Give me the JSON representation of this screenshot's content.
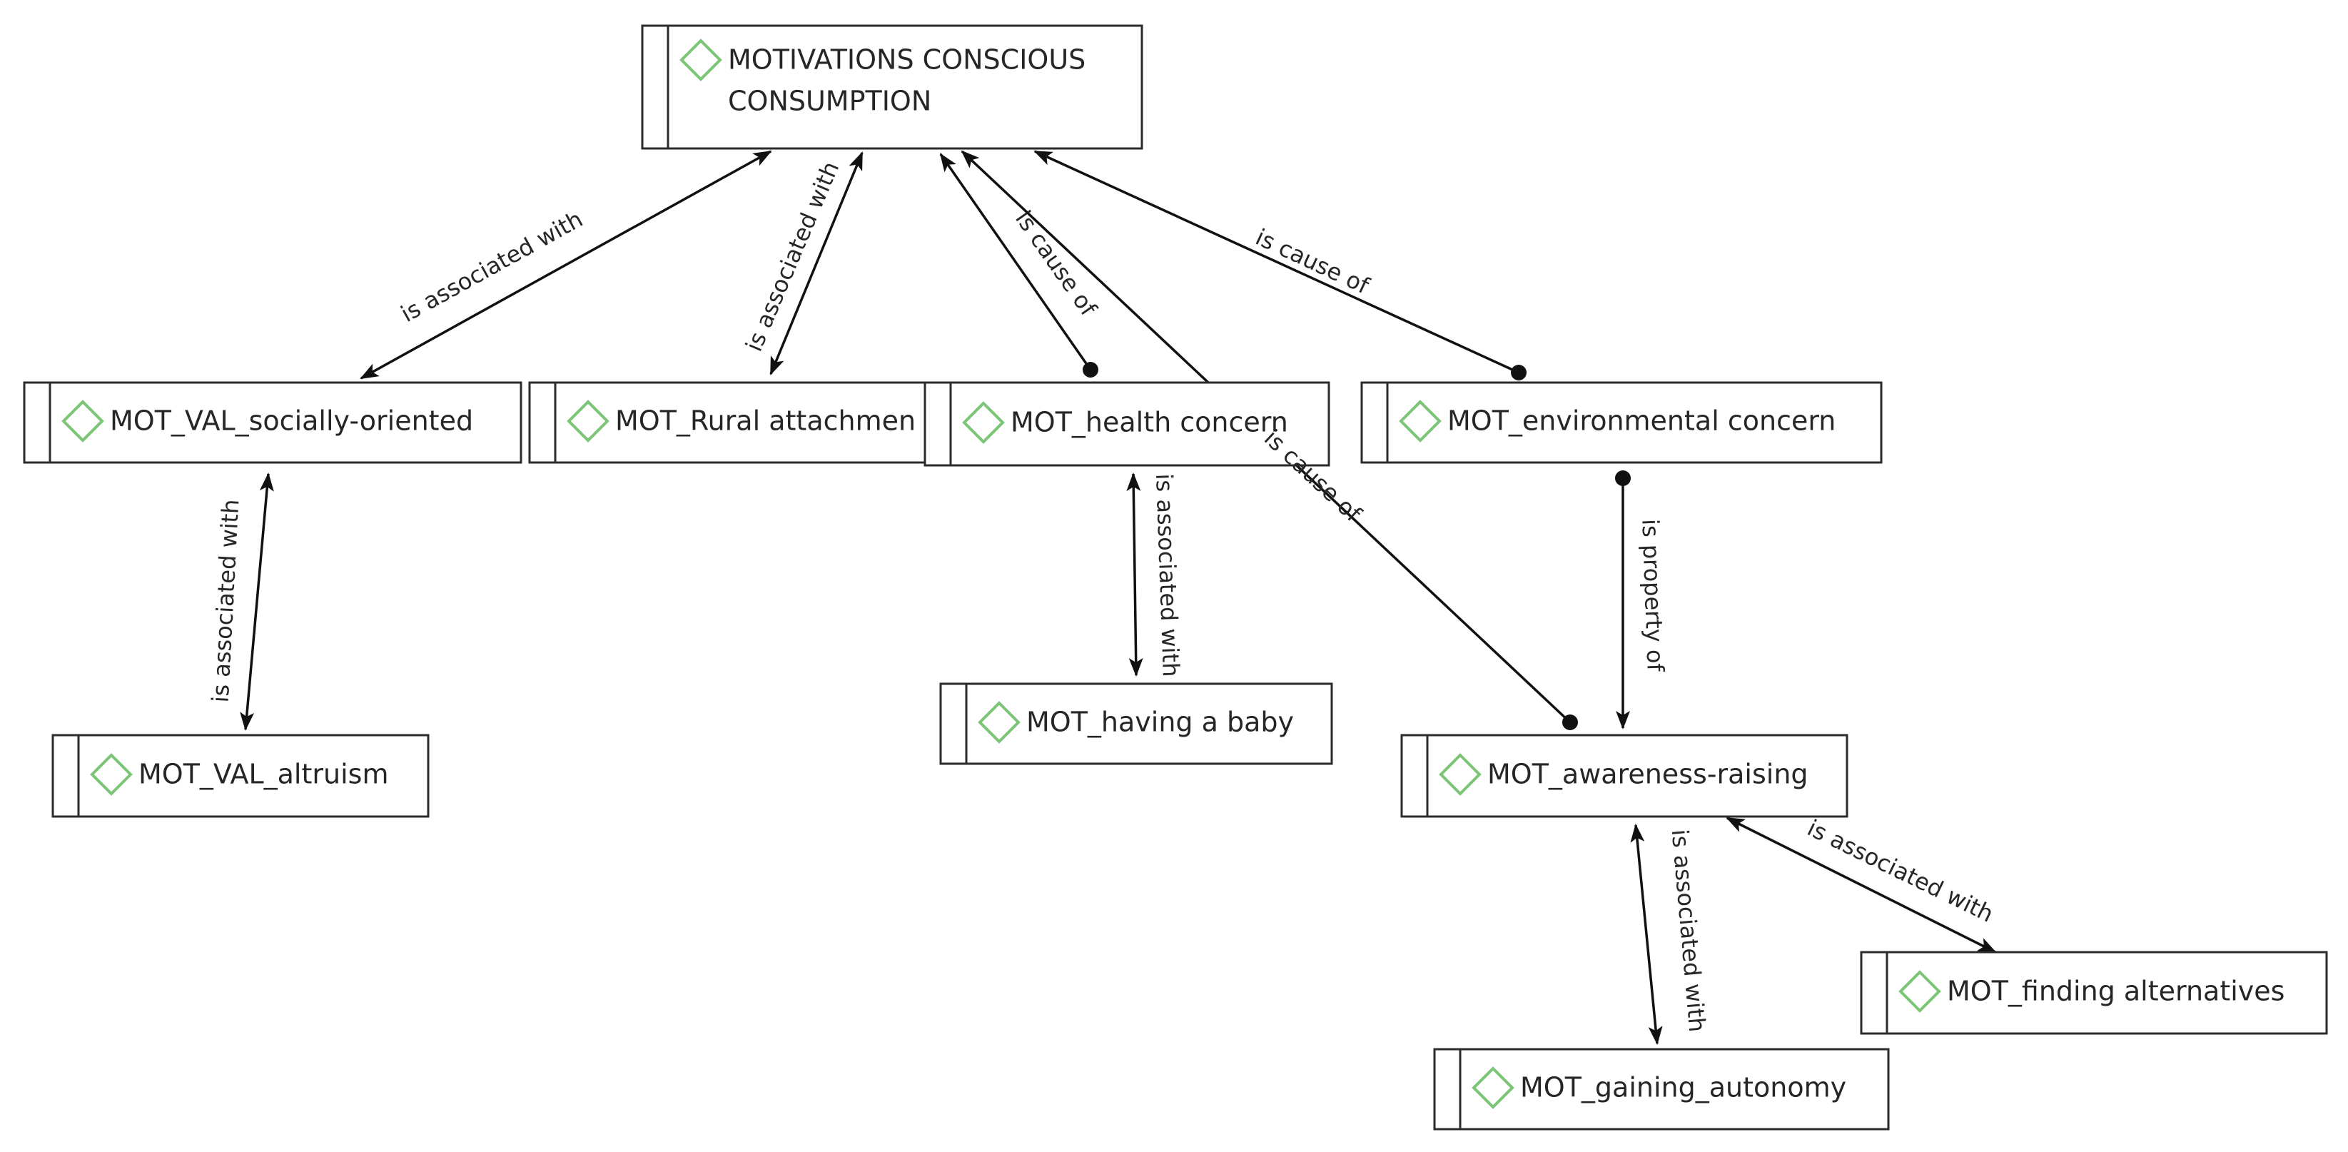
{
  "diagram": {
    "nodes": {
      "root": {
        "lines": [
          "MOTIVATIONS CONSCIOUS",
          "CONSUMPTION"
        ]
      },
      "socially": {
        "lines": [
          "MOT_VAL_socially-oriented"
        ]
      },
      "rural": {
        "lines": [
          "MOT_Rural attachmen"
        ]
      },
      "health": {
        "lines": [
          "MOT_health concern"
        ]
      },
      "environmental": {
        "lines": [
          "MOT_environmental concern"
        ]
      },
      "altruism": {
        "lines": [
          "MOT_VAL_altruism"
        ]
      },
      "baby": {
        "lines": [
          "MOT_having a baby"
        ]
      },
      "awareness": {
        "lines": [
          "MOT_awareness-raising"
        ]
      },
      "finding": {
        "lines": [
          "MOT_finding alternatives"
        ]
      },
      "autonomy": {
        "lines": [
          "MOT_gaining_autonomy"
        ]
      }
    },
    "edges": [
      {
        "from": "socially",
        "to": "root",
        "label": "is associated with",
        "style": "both-arrows"
      },
      {
        "from": "rural",
        "to": "root",
        "label": "is associated with",
        "style": "both-arrows"
      },
      {
        "from": "health",
        "to": "root",
        "label": "is cause of",
        "style": "dot-to-arrow"
      },
      {
        "from": "awareness",
        "to": "root",
        "label": "is cause of",
        "style": "dot-to-arrow"
      },
      {
        "from": "environmental",
        "to": "root",
        "label": "is cause of",
        "style": "dot-to-arrow"
      },
      {
        "from": "socially",
        "to": "altruism",
        "label": "is associated with",
        "style": "both-arrows"
      },
      {
        "from": "health",
        "to": "baby",
        "label": "is associated with",
        "style": "both-arrows"
      },
      {
        "from": "environmental",
        "to": "awareness",
        "label": "is property of",
        "style": "dot-to-arrow"
      },
      {
        "from": "awareness",
        "to": "autonomy",
        "label": "is associated with",
        "style": "both-arrows"
      },
      {
        "from": "awareness",
        "to": "finding",
        "label": "is associated with",
        "style": "both-arrows"
      }
    ],
    "colors": {
      "icon": "#7cc576",
      "border": "#2b2b2b",
      "line": "#111111",
      "text": "#262626"
    }
  }
}
